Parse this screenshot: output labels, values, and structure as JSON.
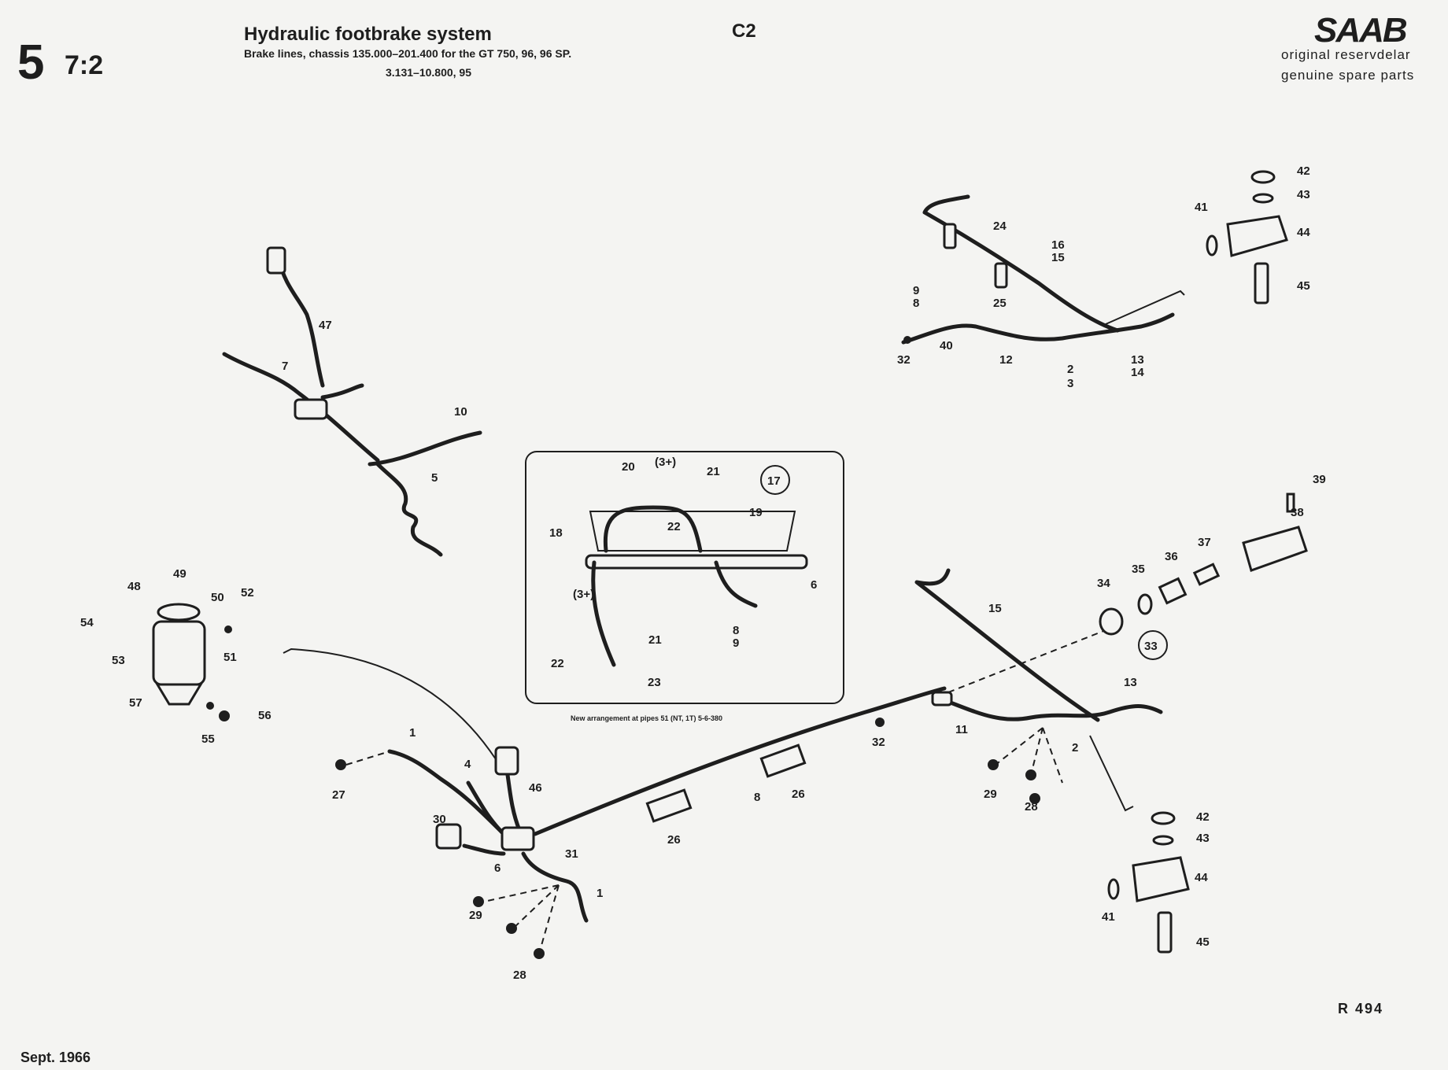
{
  "header": {
    "section": "5",
    "section_sub": "7:2",
    "title": "Hydraulic footbrake system",
    "subtitle_line1": "Brake lines, chassis 135.000–201.400 for the GT 750, 96, 96 SP.",
    "subtitle_line2": "3.131–10.800, 95",
    "code": "C2",
    "logo": "SAAB",
    "brand_line1": "original reservdelar",
    "brand_line2": "genuine spare parts"
  },
  "footer": {
    "ref": "R 494",
    "date": "Sept. 1966"
  },
  "inset": {
    "caption": "New arrangement at pipes 51 (NT, 1T) 5-6-380",
    "badge": "17",
    "dim_labels": [
      "(3+)",
      "(3+)"
    ]
  },
  "callouts": {
    "17": "17",
    "33": "33"
  },
  "labels": [
    {
      "id": "47",
      "text": "47"
    },
    {
      "id": "7",
      "text": "7"
    },
    {
      "id": "10",
      "text": "10"
    },
    {
      "id": "5",
      "text": "5"
    },
    {
      "id": "24",
      "text": "24"
    },
    {
      "id": "16",
      "text": "16"
    },
    {
      "id": "15a",
      "text": "15"
    },
    {
      "id": "25",
      "text": "25"
    },
    {
      "id": "9a",
      "text": "9"
    },
    {
      "id": "8a",
      "text": "8"
    },
    {
      "id": "32a",
      "text": "32"
    },
    {
      "id": "40",
      "text": "40"
    },
    {
      "id": "12",
      "text": "12"
    },
    {
      "id": "2a",
      "text": "2"
    },
    {
      "id": "3",
      "text": "3"
    },
    {
      "id": "13a",
      "text": "13"
    },
    {
      "id": "14",
      "text": "14"
    },
    {
      "id": "42a",
      "text": "42"
    },
    {
      "id": "43a",
      "text": "43"
    },
    {
      "id": "41a",
      "text": "41"
    },
    {
      "id": "44a",
      "text": "44"
    },
    {
      "id": "45a",
      "text": "45"
    },
    {
      "id": "20",
      "text": "20"
    },
    {
      "id": "21a",
      "text": "21"
    },
    {
      "id": "19",
      "text": "19"
    },
    {
      "id": "22a",
      "text": "22"
    },
    {
      "id": "18",
      "text": "18"
    },
    {
      "id": "6a",
      "text": "6"
    },
    {
      "id": "8b",
      "text": "8"
    },
    {
      "id": "9b",
      "text": "9"
    },
    {
      "id": "21b",
      "text": "21"
    },
    {
      "id": "22b",
      "text": "22"
    },
    {
      "id": "23",
      "text": "23"
    },
    {
      "id": "39",
      "text": "39"
    },
    {
      "id": "38",
      "text": "38"
    },
    {
      "id": "37",
      "text": "37"
    },
    {
      "id": "36",
      "text": "36"
    },
    {
      "id": "35",
      "text": "35"
    },
    {
      "id": "34",
      "text": "34"
    },
    {
      "id": "15b",
      "text": "15"
    },
    {
      "id": "13b",
      "text": "13"
    },
    {
      "id": "48",
      "text": "48"
    },
    {
      "id": "49",
      "text": "49"
    },
    {
      "id": "50",
      "text": "50"
    },
    {
      "id": "52",
      "text": "52"
    },
    {
      "id": "54",
      "text": "54"
    },
    {
      "id": "51",
      "text": "51"
    },
    {
      "id": "53",
      "text": "53"
    },
    {
      "id": "57",
      "text": "57"
    },
    {
      "id": "56",
      "text": "56"
    },
    {
      "id": "55",
      "text": "55"
    },
    {
      "id": "1a",
      "text": "1"
    },
    {
      "id": "4",
      "text": "4"
    },
    {
      "id": "46",
      "text": "46"
    },
    {
      "id": "27",
      "text": "27"
    },
    {
      "id": "30",
      "text": "30"
    },
    {
      "id": "31",
      "text": "31"
    },
    {
      "id": "6b",
      "text": "6"
    },
    {
      "id": "1b",
      "text": "1"
    },
    {
      "id": "29a",
      "text": "29"
    },
    {
      "id": "28a",
      "text": "28"
    },
    {
      "id": "26a",
      "text": "26"
    },
    {
      "id": "8c",
      "text": "8"
    },
    {
      "id": "26b",
      "text": "26"
    },
    {
      "id": "32b",
      "text": "32"
    },
    {
      "id": "11",
      "text": "11"
    },
    {
      "id": "2b",
      "text": "2"
    },
    {
      "id": "29b",
      "text": "29"
    },
    {
      "id": "28b",
      "text": "28"
    },
    {
      "id": "42b",
      "text": "42"
    },
    {
      "id": "43b",
      "text": "43"
    },
    {
      "id": "44b",
      "text": "44"
    },
    {
      "id": "41b",
      "text": "41"
    },
    {
      "id": "45b",
      "text": "45"
    }
  ]
}
